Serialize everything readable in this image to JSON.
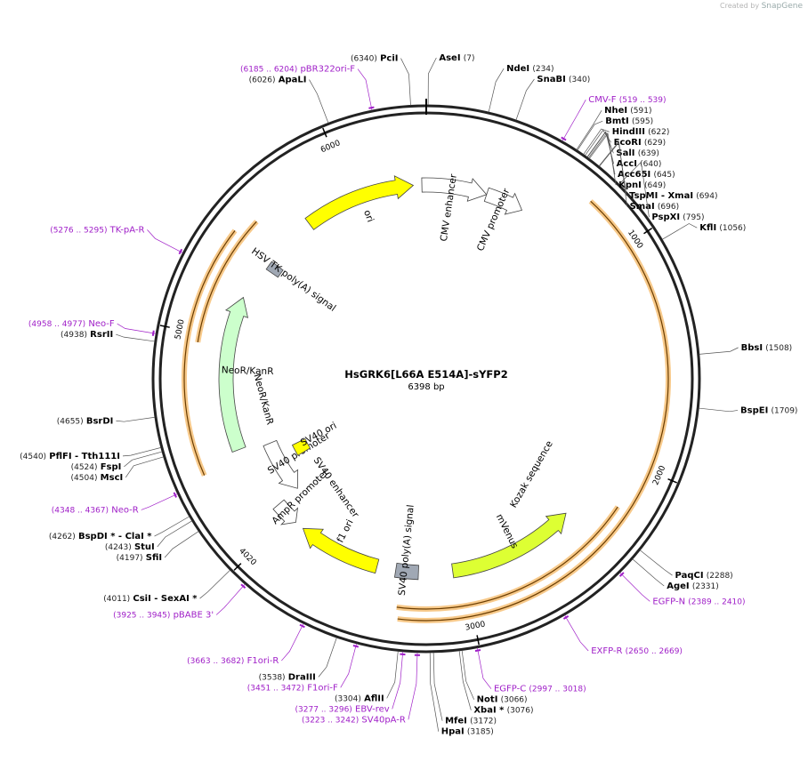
{
  "credit": {
    "prefix": "Created by",
    "logo": "SnapGene"
  },
  "plasmid": {
    "name": "HsGRK6[L66A E514A]-sYFP2",
    "length_label": "6398 bp",
    "length": 6398
  },
  "colors": {
    "primer": "#a020c8",
    "enzyme": "#000000",
    "ori": "#ffff00",
    "neo": "#ccffcc",
    "venus": "#ddff33",
    "polyA": "#a0a8b4",
    "promoter": "#ffffff",
    "orf": "#f0a030"
  },
  "ticks": [
    {
      "pos": 1000,
      "label": "1000"
    },
    {
      "pos": 2000,
      "label": "2000"
    },
    {
      "pos": 3000,
      "label": "3000"
    },
    {
      "pos": 4000,
      "label": "4020"
    },
    {
      "pos": 5000,
      "label": "5000"
    },
    {
      "pos": 6000,
      "label": "6000"
    }
  ],
  "enzymes": [
    {
      "name": "AseI",
      "coord": "(7)",
      "pos": 7
    },
    {
      "name": "NdeI",
      "coord": "(234)",
      "pos": 234
    },
    {
      "name": "SnaBI",
      "coord": "(340)",
      "pos": 340
    },
    {
      "name": "NheI",
      "coord": "(591)",
      "pos": 591
    },
    {
      "name": "BmtI",
      "coord": "(595)",
      "pos": 595
    },
    {
      "name": "HindIII",
      "coord": "(622)",
      "pos": 622
    },
    {
      "name": "EcoRI",
      "coord": "(629)",
      "pos": 629
    },
    {
      "name": "SalI",
      "coord": "(639)",
      "pos": 639
    },
    {
      "name": "AccI",
      "coord": "(640)",
      "pos": 640
    },
    {
      "name": "Acc65I",
      "coord": "(645)",
      "pos": 645
    },
    {
      "name": "KpnI",
      "coord": "(649)",
      "pos": 649
    },
    {
      "name": "TspMI - XmaI",
      "coord": "(694)",
      "pos": 694
    },
    {
      "name": "SmaI",
      "coord": "(696)",
      "pos": 696
    },
    {
      "name": "PspXI",
      "coord": "(795)",
      "pos": 795
    },
    {
      "name": "KflI",
      "coord": "(1056)",
      "pos": 1056
    },
    {
      "name": "BbsI",
      "coord": "(1508)",
      "pos": 1508
    },
    {
      "name": "BspEI",
      "coord": "(1709)",
      "pos": 1709
    },
    {
      "name": "PaqCI",
      "coord": "(2288)",
      "pos": 2288
    },
    {
      "name": "AgeI",
      "coord": "(2331)",
      "pos": 2331
    },
    {
      "name": "NotI",
      "coord": "(3066)",
      "pos": 3066
    },
    {
      "name": "XbaI *",
      "coord": "(3076)",
      "pos": 3076
    },
    {
      "name": "MfeI",
      "coord": "(3172)",
      "pos": 3172
    },
    {
      "name": "HpaI",
      "coord": "(3185)",
      "pos": 3185
    },
    {
      "name": "AflII",
      "coord": "(3304)",
      "pos": 3304
    },
    {
      "name": "DraIII",
      "coord": "(3538)",
      "pos": 3538
    },
    {
      "name": "CsiI - SexAI *",
      "coord": "(4011)",
      "pos": 4011
    },
    {
      "name": "SfiI",
      "coord": "(4197)",
      "pos": 4197
    },
    {
      "name": "StuI",
      "coord": "(4243)",
      "pos": 4243
    },
    {
      "name": "BspDI * - ClaI *",
      "coord": "(4262)",
      "pos": 4262
    },
    {
      "name": "MscI",
      "coord": "(4504)",
      "pos": 4504
    },
    {
      "name": "FspI",
      "coord": "(4524)",
      "pos": 4524
    },
    {
      "name": "PflFI - Tth111I",
      "coord": "(4540)",
      "pos": 4540
    },
    {
      "name": "BsrDI",
      "coord": "(4655)",
      "pos": 4655
    },
    {
      "name": "RsrII",
      "coord": "(4938)",
      "pos": 4938
    },
    {
      "name": "ApaLI",
      "coord": "(6026)",
      "pos": 6026
    },
    {
      "name": "PciI",
      "coord": "(6340)",
      "pos": 6340
    }
  ],
  "primers": [
    {
      "name": "CMV-F",
      "coord": "(519 .. 539)",
      "pos": 529
    },
    {
      "name": "EGFP-N",
      "coord": "(2389 .. 2410)",
      "pos": 2400
    },
    {
      "name": "EXFP-R",
      "coord": "(2650 .. 2669)",
      "pos": 2660
    },
    {
      "name": "EGFP-C",
      "coord": "(2997 .. 3018)",
      "pos": 3008
    },
    {
      "name": "SV40pA-R",
      "coord": "(3223 .. 3242)",
      "pos": 3232
    },
    {
      "name": "EBV-rev",
      "coord": "(3277 .. 3296)",
      "pos": 3286
    },
    {
      "name": "F1ori-F",
      "coord": "(3451 .. 3472)",
      "pos": 3461
    },
    {
      "name": "F1ori-R",
      "coord": "(3663 .. 3682)",
      "pos": 3672
    },
    {
      "name": "pBABE 3'",
      "coord": "(3925 .. 3945)",
      "pos": 3935
    },
    {
      "name": "Neo-R",
      "coord": "(4348 .. 4367)",
      "pos": 4357
    },
    {
      "name": "Neo-F",
      "coord": "(4958 .. 4977)",
      "pos": 4967
    },
    {
      "name": "TK-pA-R",
      "coord": "(5276 .. 5295)",
      "pos": 5285
    },
    {
      "name": "pBR322ori-F",
      "coord": "(6185 .. 6204)",
      "pos": 6195
    }
  ],
  "features": [
    {
      "name": "ori",
      "start": 5740,
      "end": 6330,
      "color": "#ffff00",
      "dir": 1
    },
    {
      "name": "CMV enhancer",
      "start": 6375,
      "end": 322,
      "color": "#ffffff",
      "dir": 1
    },
    {
      "name": "CMV promoter",
      "start": 322,
      "end": 525,
      "color": "#ffffff",
      "dir": 1
    },
    {
      "name": "mVenus",
      "start": 2380,
      "end": 3060,
      "color": "#ddff33",
      "dir": -1
    },
    {
      "name": "SV40 poly(A) signal",
      "start": 3240,
      "end": 3360,
      "color": "#a0a8b4",
      "dir": 0
    },
    {
      "name": "f1 ori",
      "start": 3460,
      "end": 3900,
      "color": "#ffff00",
      "dir": 1
    },
    {
      "name": "AmpR promoter",
      "start": 3950,
      "end": 4080,
      "color": "#ffffff",
      "dir": -1
    },
    {
      "name": "SV40 promoter",
      "start": 4080,
      "end": 4400,
      "color": "#ffffff",
      "dir": -1
    },
    {
      "name": "SV40 ori",
      "start": 4250,
      "end": 4330,
      "color": "#ffff00",
      "dir": 0
    },
    {
      "name": "NeoR/KanR",
      "start": 4430,
      "end": 5225,
      "color": "#ccffcc",
      "dir": 1
    },
    {
      "name": "HSV TK poly(A) signal",
      "start": 5410,
      "end": 5460,
      "color": "#a0a8b4",
      "dir": 0
    }
  ],
  "inner_labels": [
    "SV40 enhancer",
    "Kozak sequence",
    "NeoR/KanR"
  ],
  "orfs": [
    {
      "start": 760,
      "end": 3320,
      "dir": -1
    },
    {
      "start": 2200,
      "end": 3330,
      "dir": -1
    },
    {
      "start": 4380,
      "end": 5470,
      "dir": 1
    },
    {
      "start": 4960,
      "end": 5560,
      "dir": 1
    }
  ]
}
